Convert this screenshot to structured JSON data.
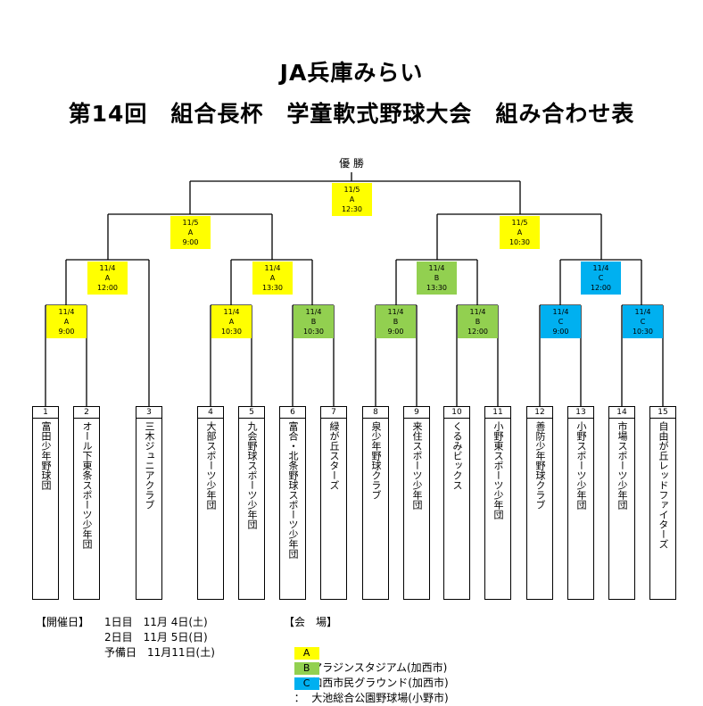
{
  "header": {
    "title": "JA兵庫みらい",
    "subtitle": "第14回　組合長杯　学童軟式野球大会　組み合わせ表"
  },
  "champion_label": "優 勝",
  "matches": [
    {
      "id": "final",
      "date": "11/5",
      "venue": "A",
      "time": "12:30"
    },
    {
      "id": "semi1",
      "date": "11/5",
      "venue": "A",
      "time": "9:00"
    },
    {
      "id": "semi2",
      "date": "11/5",
      "venue": "A",
      "time": "10:30"
    },
    {
      "id": "qf1",
      "date": "11/4",
      "venue": "A",
      "time": "12:00"
    },
    {
      "id": "qf2",
      "date": "11/4",
      "venue": "A",
      "time": "13:30"
    },
    {
      "id": "qf3",
      "date": "11/4",
      "venue": "B",
      "time": "13:30"
    },
    {
      "id": "qf4",
      "date": "11/4",
      "venue": "C",
      "time": "12:00"
    },
    {
      "id": "r1a",
      "date": "11/4",
      "venue": "A",
      "time": "9:00"
    },
    {
      "id": "r1b",
      "date": "11/4",
      "venue": "A",
      "time": "10:30"
    },
    {
      "id": "r1c",
      "date": "11/4",
      "venue": "B",
      "time": "10:30"
    },
    {
      "id": "r1d",
      "date": "11/4",
      "venue": "B",
      "time": "9:00"
    },
    {
      "id": "r1e",
      "date": "11/4",
      "venue": "B",
      "time": "12:00"
    },
    {
      "id": "r1f",
      "date": "11/4",
      "venue": "C",
      "time": "9:00"
    },
    {
      "id": "r1g",
      "date": "11/4",
      "venue": "C",
      "time": "10:30"
    }
  ],
  "teams": [
    {
      "num": "1",
      "name": "富田少年野球団"
    },
    {
      "num": "2",
      "name": "オール下東条スポーツ少年団"
    },
    {
      "num": "3",
      "name": "三木ジュニアクラブ"
    },
    {
      "num": "4",
      "name": "大部スポーツ少年団"
    },
    {
      "num": "5",
      "name": "九会野球スポーツ少年団"
    },
    {
      "num": "6",
      "name": "富合・北条野球スポーツ少年団"
    },
    {
      "num": "7",
      "name": "緑が丘スターズ"
    },
    {
      "num": "8",
      "name": "泉少年野球クラブ"
    },
    {
      "num": "9",
      "name": "来住スポーツ少年団"
    },
    {
      "num": "10",
      "name": "くるみビックス"
    },
    {
      "num": "11",
      "name": "小野東スポーツ少年団"
    },
    {
      "num": "12",
      "name": "善防少年野球クラブ"
    },
    {
      "num": "13",
      "name": "小野スポーツ少年団"
    },
    {
      "num": "14",
      "name": "市場スポーツ少年団"
    },
    {
      "num": "15",
      "name": "自由が丘レッドファイターズ"
    }
  ],
  "schedule": {
    "label": "【開催日】",
    "rows": [
      "1日目　11月 4日(土)",
      "2日目　11月 5日(日)",
      "予備日　11月11日(土)"
    ]
  },
  "venues": {
    "label": "【会　場】",
    "items": [
      {
        "code": "A",
        "name": "：  アラジンスタジアム(加西市)",
        "color": "#ffff00"
      },
      {
        "code": "B",
        "name": "：  加西市民グラウンド(加西市)",
        "color": "#92d050"
      },
      {
        "code": "C",
        "name": "：  大池総合公園野球場(小野市)",
        "color": "#00b0f0"
      }
    ]
  }
}
